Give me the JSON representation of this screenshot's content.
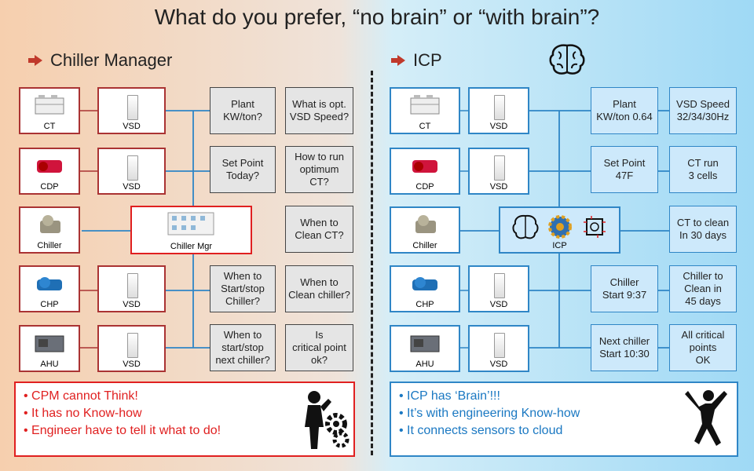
{
  "title": "What do you prefer, “no brain” or “with brain”?",
  "left": {
    "heading": "Chiller Manager",
    "equipment": [
      "CT",
      "CDP",
      "Chiller",
      "CHP",
      "AHU"
    ],
    "vsd": "VSD",
    "manager": "Chiller Mgr",
    "questions": [
      "Plant\nKW/ton?",
      "What is opt.\nVSD Speed?",
      "Set Point\nToday?",
      "How to run\noptimum\nCT?",
      "When to\nClean CT?",
      "When to\nStart/stop\nChiller?",
      "When to\nClean chiller?",
      "When to\nstart/stop\nnext chiller?",
      "Is\ncritical point\nok?"
    ],
    "bullets": [
      "CPM cannot Think!",
      "It has no Know-how",
      "Engineer have to tell it what to do!"
    ]
  },
  "right": {
    "heading": "ICP",
    "equipment": [
      "CT",
      "CDP",
      "Chiller",
      "CHP",
      "AHU"
    ],
    "vsd": "VSD",
    "hub": "ICP",
    "answers": [
      "Plant\nKW/ton 0.64",
      "VSD Speed\n32/34/30Hz",
      "Set Point\n47F",
      "CT run\n3 cells",
      "CT to clean\nIn 30 days",
      "Chiller\nStart 9:37",
      "Chiller to\nClean in\n45 days",
      "Next chiller\nStart 10:30",
      "All critical\npoints\nOK"
    ],
    "bullets": [
      "ICP has ‘Brain’!!!",
      "It’s with engineering Know-how",
      "It connects sensors to cloud"
    ]
  },
  "colors": {
    "left_border": "#aa3333",
    "right_border": "#2f86c6",
    "left_text": "#e02020",
    "right_text": "#1a78c2"
  },
  "icons": [
    "brain-icon",
    "thinking-person-gears-icon",
    "jumping-person-icon",
    "chip-icon",
    "gear-icon"
  ]
}
